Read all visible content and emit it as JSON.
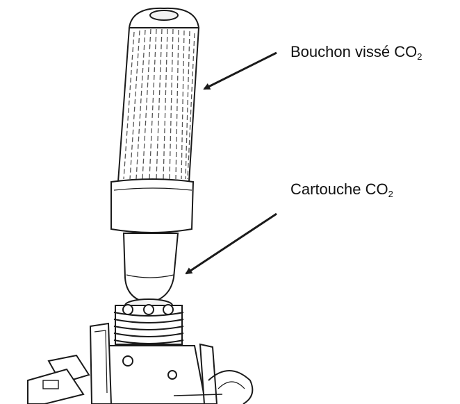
{
  "callouts": {
    "screw_cap": {
      "text": "Bouchon vissé CO",
      "subscript": "2"
    },
    "cartridge": {
      "text": "Cartouche CO",
      "subscript": "2"
    }
  },
  "colors": {
    "line": "#1a1a1a",
    "background": "#ffffff",
    "shade": "#e6e6e6"
  },
  "icons": {
    "pointer": "arrow-icon"
  }
}
